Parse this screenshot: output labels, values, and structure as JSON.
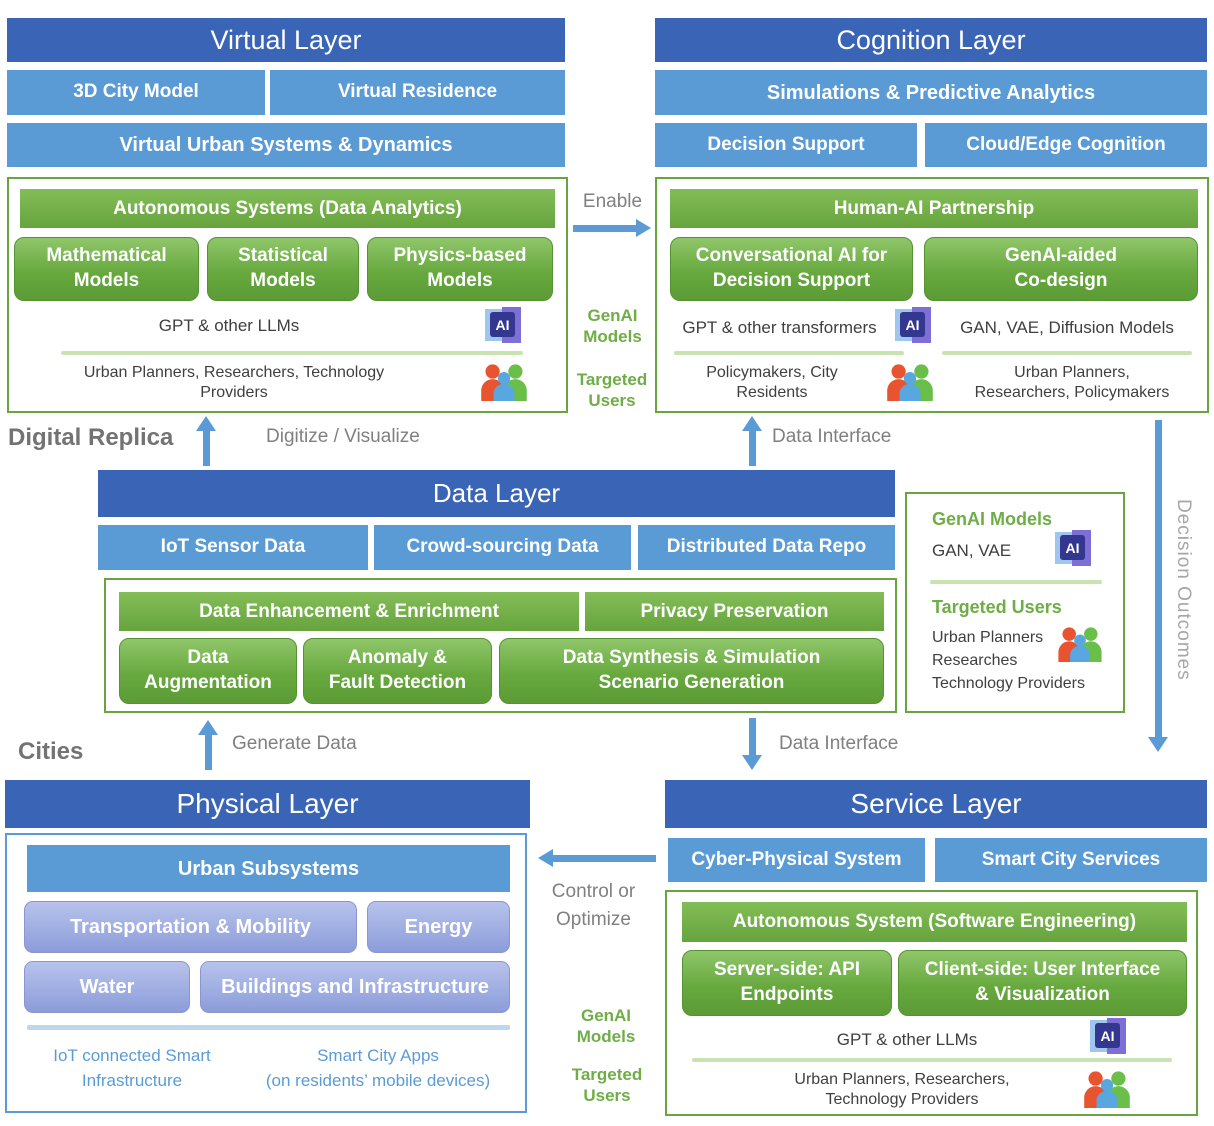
{
  "accents": {
    "dark_blue": "#3a64b5",
    "light_blue": "#5b9bd5",
    "green": "#70ad47",
    "lavender": "#8c9cd9",
    "gray_label": "#808080",
    "ai_icon_core": "#33378f"
  },
  "virtual": {
    "title": "Virtual Layer",
    "sub": [
      "3D City Model",
      "Virtual Residence"
    ],
    "sub2": "Virtual Urban Systems & Dynamics",
    "panel": {
      "header": "Autonomous Systems (Data Analytics)",
      "pills": [
        "Mathematical\nModels",
        "Statistical\nModels",
        "Physics-based\nModels"
      ],
      "genai": "GPT & other LLMs",
      "users": "Urban Planners, Researchers, Technology\nProviders"
    }
  },
  "cognition": {
    "title": "Cognition Layer",
    "sub": "Simulations & Predictive Analytics",
    "sub2": [
      "Decision Support",
      "Cloud/Edge Cognition"
    ],
    "panel": {
      "header": "Human-AI Partnership",
      "pills": [
        "Conversational AI for\nDecision Support",
        "GenAI-aided\nCo-design"
      ],
      "genai_left": "GPT & other transformers",
      "genai_right": "GAN, VAE, Diffusion Models",
      "users_left": "Policymakers, City\nResidents",
      "users_right": "Urban Planners,\nResearchers, Policymakers"
    }
  },
  "data_layer": {
    "title": "Data Layer",
    "sub": [
      "IoT Sensor Data",
      "Crowd-sourcing Data",
      "Distributed Data Repo"
    ],
    "panel": {
      "headers": [
        "Data Enhancement & Enrichment",
        "Privacy Preservation"
      ],
      "pills": [
        "Data\nAugmentation",
        "Anomaly &\nFault Detection",
        "Data Synthesis & Simulation\nScenario Generation"
      ]
    }
  },
  "side_panel": {
    "genai_title": "GenAI Models",
    "genai_models": "GAN, VAE",
    "users_title": "Targeted Users",
    "users": "Urban Planners\nResearches\nTechnology Providers"
  },
  "physical": {
    "title": "Physical Layer",
    "sub": "Urban Subsystems",
    "pills": [
      "Transportation & Mobility",
      "Energy",
      "Water",
      "Buildings and Infrastructure"
    ],
    "footer_left": "IoT connected Smart\nInfrastructure",
    "footer_right": "Smart City Apps\n(on residents’ mobile devices)"
  },
  "service": {
    "title": "Service Layer",
    "sub": [
      "Cyber-Physical System",
      "Smart City Services"
    ],
    "panel": {
      "header": "Autonomous System (Software Engineering)",
      "pills": [
        "Server-side: API\nEndpoints",
        "Client-side: User Interface\n& Visualization"
      ],
      "genai": "GPT & other LLMs",
      "users": "Urban Planners, Researchers,\nTechnology Providers"
    }
  },
  "labels": {
    "digital_replica": "Digital Replica",
    "cities": "Cities",
    "enable": "Enable",
    "digitize": "Digitize / Visualize",
    "data_interface_top": "Data Interface",
    "data_interface_bottom": "Data Interface",
    "generate_data": "Generate Data",
    "control": "Control or\nOptimize",
    "decision_outcomes": "Decision Outcomes",
    "genai_models": "GenAI\nModels",
    "targeted_users": "Targeted\nUsers"
  },
  "icons": {
    "ai": "AI"
  }
}
